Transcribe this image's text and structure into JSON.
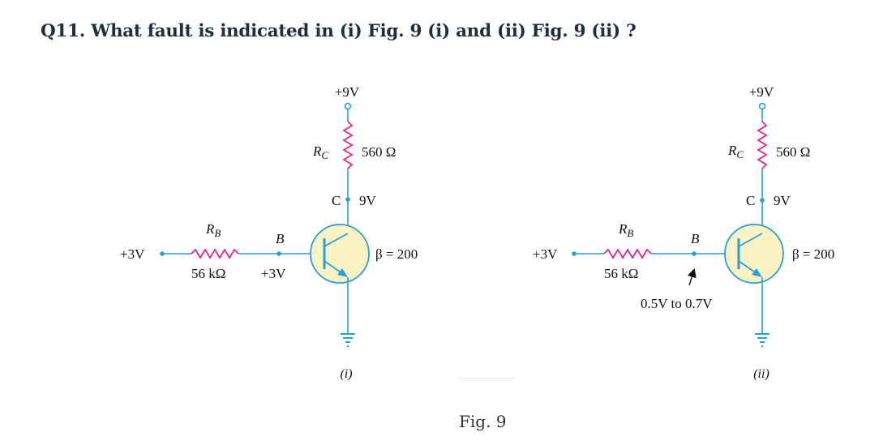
{
  "question": "Q11. What fault is indicated in (i) Fig. 9 (i) and (ii) Fig. 9 (ii) ?",
  "caption": "Fig. 9",
  "circuits": [
    {
      "supply": "+9V",
      "rc_symbol": "R",
      "rc_sub": "C",
      "rc_value": "560 Ω",
      "collector_node": "C",
      "collector_voltage": "9V",
      "rb_symbol": "R",
      "rb_sub": "B",
      "rb_value": "56 kΩ",
      "input_voltage": "+3V",
      "base_node": "B",
      "base_voltage": "+3V",
      "beta": "β = 200",
      "label": "(i)"
    },
    {
      "supply": "+9V",
      "rc_symbol": "R",
      "rc_sub": "C",
      "rc_value": "560 Ω",
      "collector_node": "C",
      "collector_voltage": "9V",
      "rb_symbol": "R",
      "rb_sub": "B",
      "rb_value": "56 kΩ",
      "input_voltage": "+3V",
      "base_node": "B",
      "base_voltage": "0.5V to 0.7V",
      "beta": "β = 200",
      "label": "(ii)"
    }
  ],
  "colors": {
    "wire": "#2a9fd6",
    "resistor": "#e0298a",
    "transistor_fill": "#fbf3c4",
    "terminal": "#2a9fd6",
    "text": "#111111"
  }
}
